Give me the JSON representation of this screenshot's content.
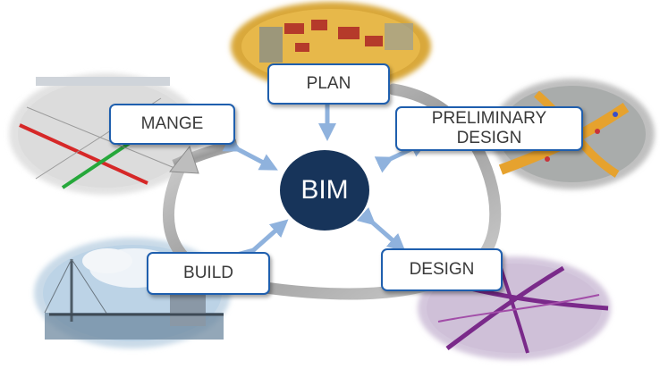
{
  "center": {
    "label": "BIM",
    "color": "#17345a"
  },
  "stages": [
    {
      "id": "plan",
      "label": "PLAN"
    },
    {
      "id": "preliminary-design",
      "label": "PRELIMINARY\nDESIGN"
    },
    {
      "id": "design",
      "label": "DESIGN"
    },
    {
      "id": "build",
      "label": "BUILD"
    },
    {
      "id": "mange",
      "label": "MANGE"
    }
  ],
  "colors": {
    "box_border": "#1f5fae",
    "arrow": "#8fb2dd",
    "cycle_ring": "#a8a8a8"
  }
}
